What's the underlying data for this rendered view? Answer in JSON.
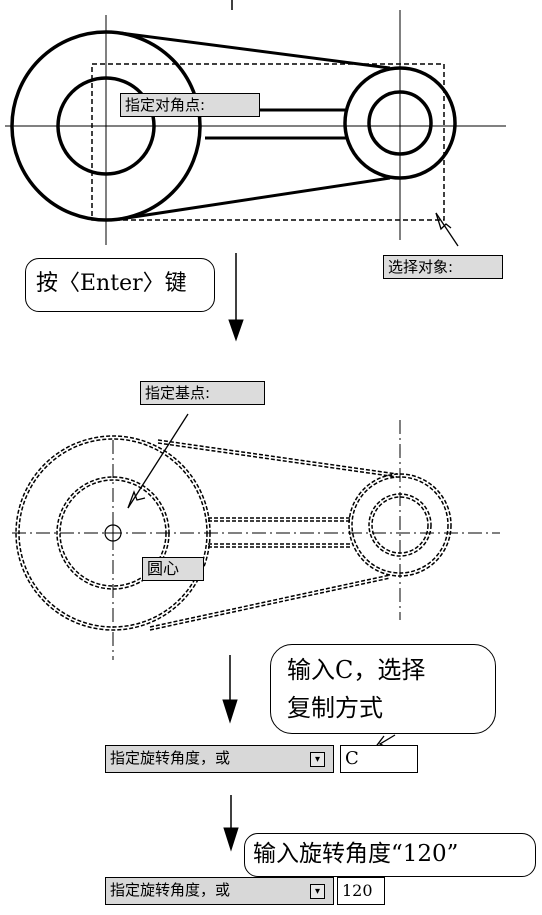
{
  "tips": {
    "corner": "指定对角点:",
    "select": "选择对象:",
    "base": "指定基点:",
    "center": "圆心"
  },
  "bubbles": {
    "enter": "按〈Enter〉键",
    "copy_line1": "输入C，选择",
    "copy_line2": "复制方式",
    "angle": "输入旋转角度“120”"
  },
  "cmd1": {
    "prompt": "指定旋转角度，或",
    "value": "C"
  },
  "cmd2": {
    "prompt": "指定旋转角度，或",
    "value": "120"
  },
  "icons": {
    "dropdown": "dropdown-arrow-icon"
  }
}
